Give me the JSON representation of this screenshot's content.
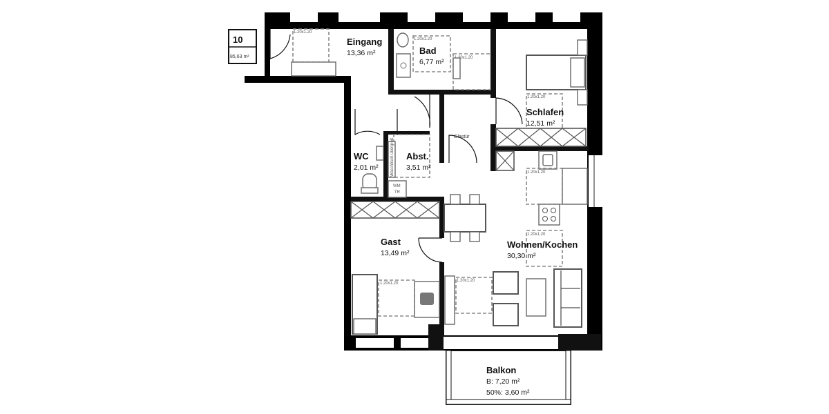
{
  "unit_badge": {
    "number": "10",
    "area": "85,63 m²"
  },
  "rooms": {
    "eingang": {
      "name": "Eingang",
      "area": "13,36 m²"
    },
    "bad": {
      "name": "Bad",
      "area": "6,77 m²"
    },
    "schlafen": {
      "name": "Schlafen",
      "area": "12,51 m²"
    },
    "wc": {
      "name": "WC",
      "area": "2,01 m²"
    },
    "abst": {
      "name": "Abst.",
      "area": "3,51 m²"
    },
    "gast": {
      "name": "Gast",
      "area": "13,49 m²"
    },
    "wohnen": {
      "name": "Wohnen/Kochen",
      "area": "30,30 m²"
    },
    "balkon": {
      "name": "Balkon",
      "area_full": "B: 7,20 m²",
      "area_half": "50%: 3,60 m²"
    }
  },
  "annotations": {
    "clearance": "1.20x1.20",
    "glastuer": "Glastür",
    "wm": "WM",
    "tr": "TR",
    "waschtisch": "Waschtisch übergroß"
  },
  "colors": {
    "wall": "#000000",
    "furniture": "#666666",
    "clearance": "#888888"
  }
}
